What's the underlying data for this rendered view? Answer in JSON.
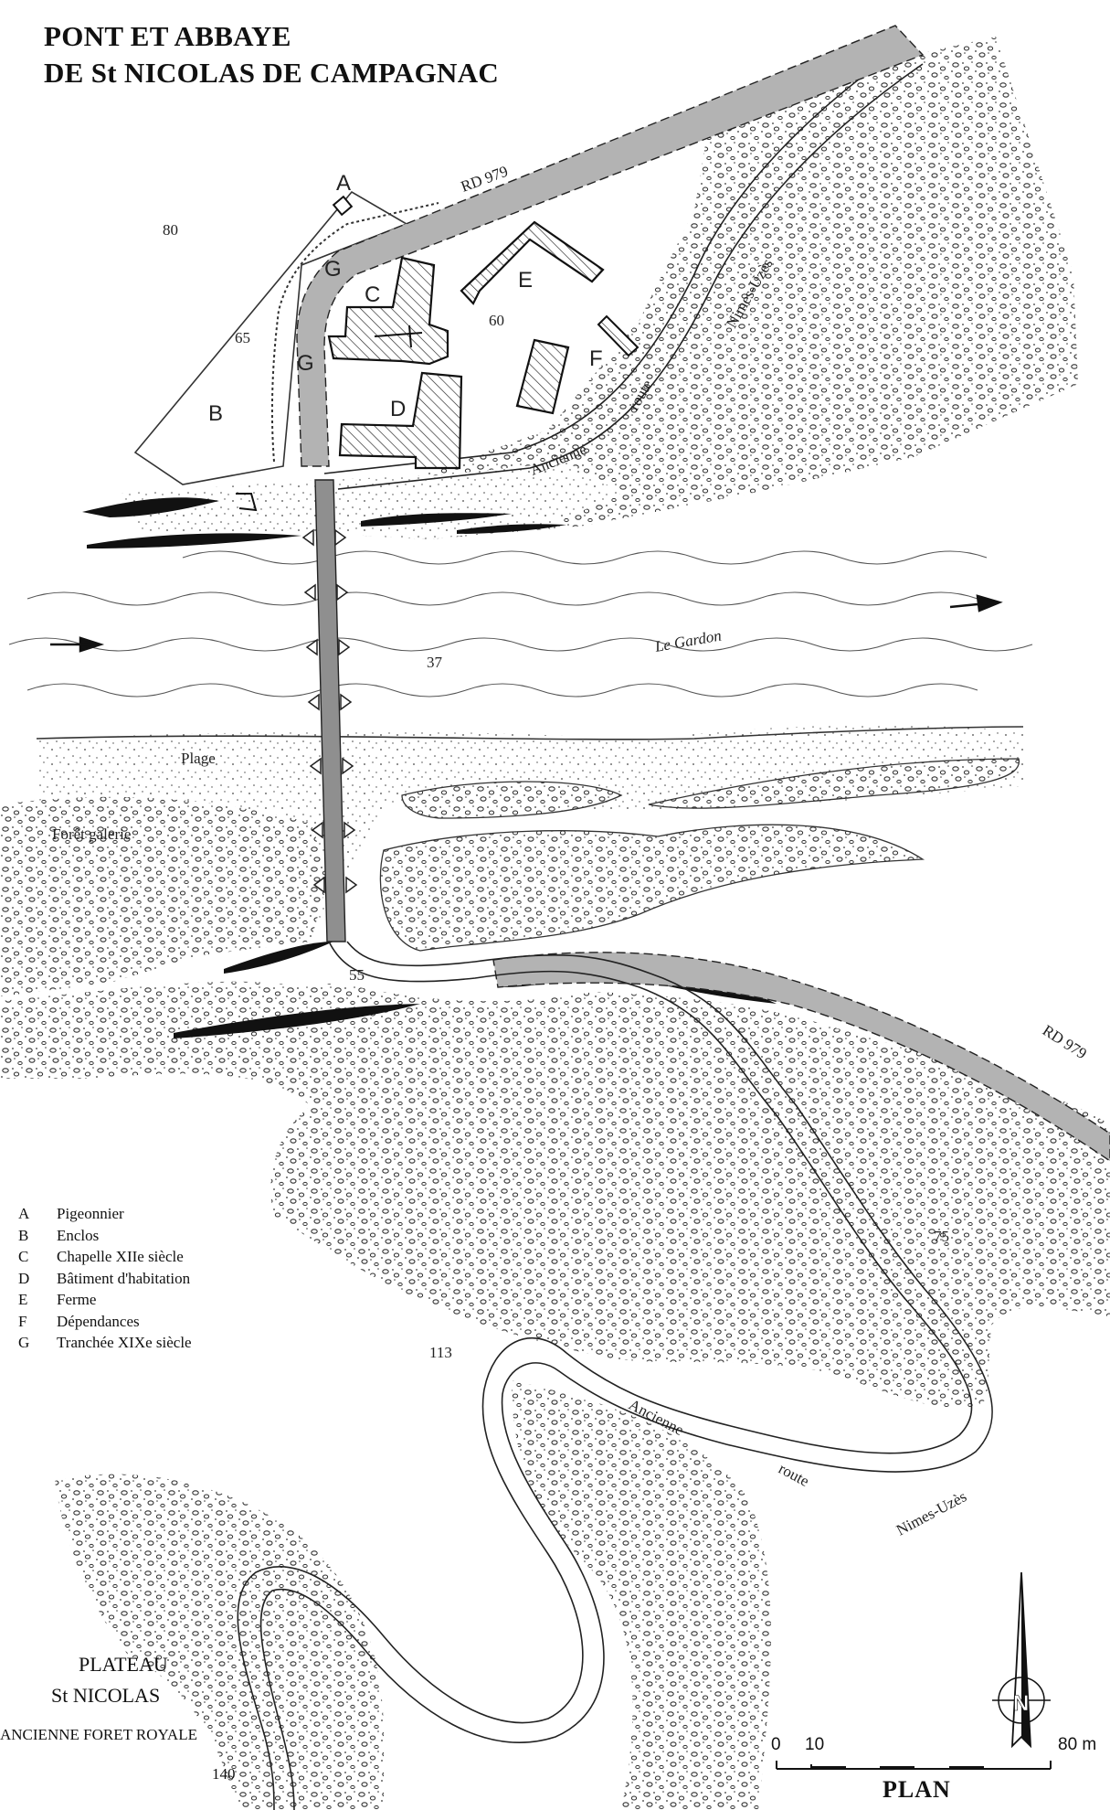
{
  "title": {
    "line1": "PONT ET ABBAYE",
    "line2": "DE St NICOLAS DE CAMPAGNAC"
  },
  "buildings": {
    "A": "A",
    "B": "B",
    "C": "C",
    "D": "D",
    "E": "E",
    "F": "F",
    "G1": "G",
    "G2": "G"
  },
  "altitudes": {
    "a80": "80",
    "a65": "65",
    "a60": "60",
    "a37": "37",
    "a55": "55",
    "a75": "75",
    "a113": "113",
    "a140": "140"
  },
  "roads": {
    "rd979_top": "RD 979",
    "rd979_bottom": "RD 979",
    "old_road_top": [
      "Ancienne",
      "route",
      "Nimes-Uzès"
    ],
    "old_road_bottom": [
      "Ancienne",
      "route",
      "Nimes-Uzès"
    ]
  },
  "features": {
    "river": "Le Gardon",
    "beach": "Plage",
    "forest": "Forêt galerie"
  },
  "legend": [
    {
      "key": "A",
      "label": "Pigeonnier"
    },
    {
      "key": "B",
      "label": "Enclos"
    },
    {
      "key": "C",
      "label": "Chapelle XIIe siècle"
    },
    {
      "key": "D",
      "label": "Bâtiment d'habitation"
    },
    {
      "key": "E",
      "label": "Ferme"
    },
    {
      "key": "F",
      "label": "Dépendances"
    },
    {
      "key": "G",
      "label": "Tranchée XIXe siècle"
    }
  ],
  "plateau": {
    "line1": "PLATEAU",
    "line2": "St NICOLAS",
    "line3": "ANCIENNE FORET ROYALE"
  },
  "scale": {
    "s0": "0",
    "s10": "10",
    "s80": "80 m",
    "plan": "PLAN"
  },
  "north": "N",
  "colors": {
    "road_fill": "#b3b3b3",
    "ink": "#111111",
    "paper": "#ffffff"
  }
}
